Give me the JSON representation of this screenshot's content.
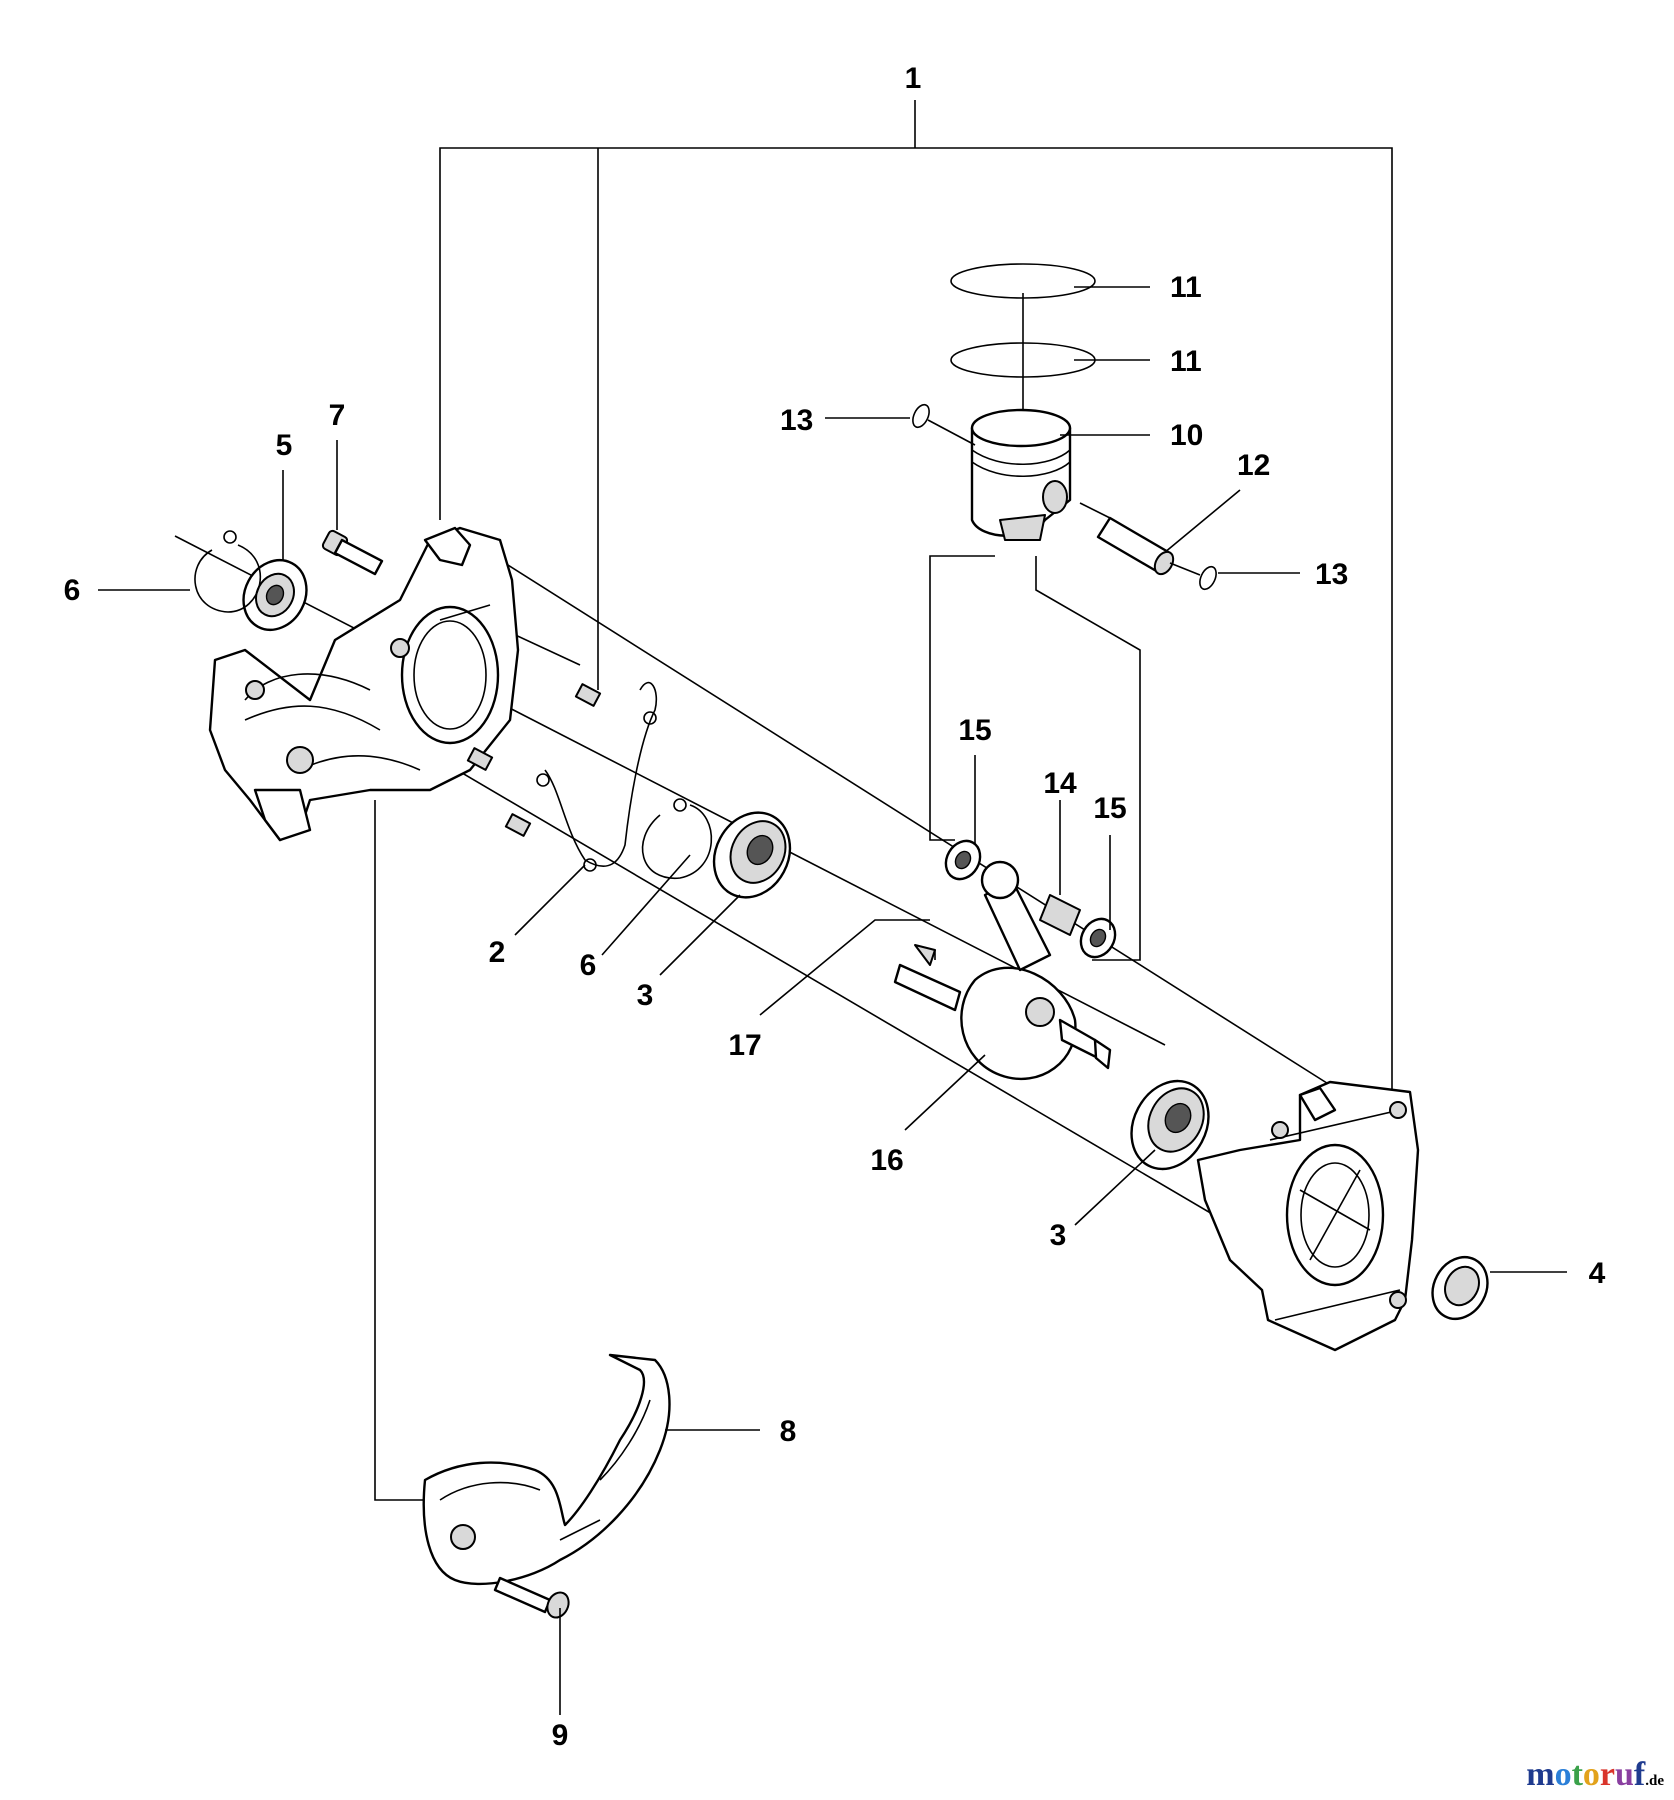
{
  "callouts": {
    "c1": "1",
    "c2": "2",
    "c3a": "3",
    "c3b": "3",
    "c4": "4",
    "c5": "5",
    "c6a": "6",
    "c6b": "6",
    "c7": "7",
    "c8": "8",
    "c9": "9",
    "c10": "10",
    "c11a": "11",
    "c11b": "11",
    "c12": "12",
    "c13a": "13",
    "c13b": "13",
    "c14": "14",
    "c15a": "15",
    "c15b": "15",
    "c16": "16",
    "c17": "17"
  },
  "watermark": {
    "letters": [
      "m",
      "o",
      "t",
      "o",
      "r",
      "u",
      "f"
    ],
    "suffix": ".de",
    "colors": [
      "#1f3b8f",
      "#2b7fd8",
      "#3aa14a",
      "#e2a21b",
      "#d9342b",
      "#8a3fa0",
      "#1f3b8f"
    ]
  }
}
